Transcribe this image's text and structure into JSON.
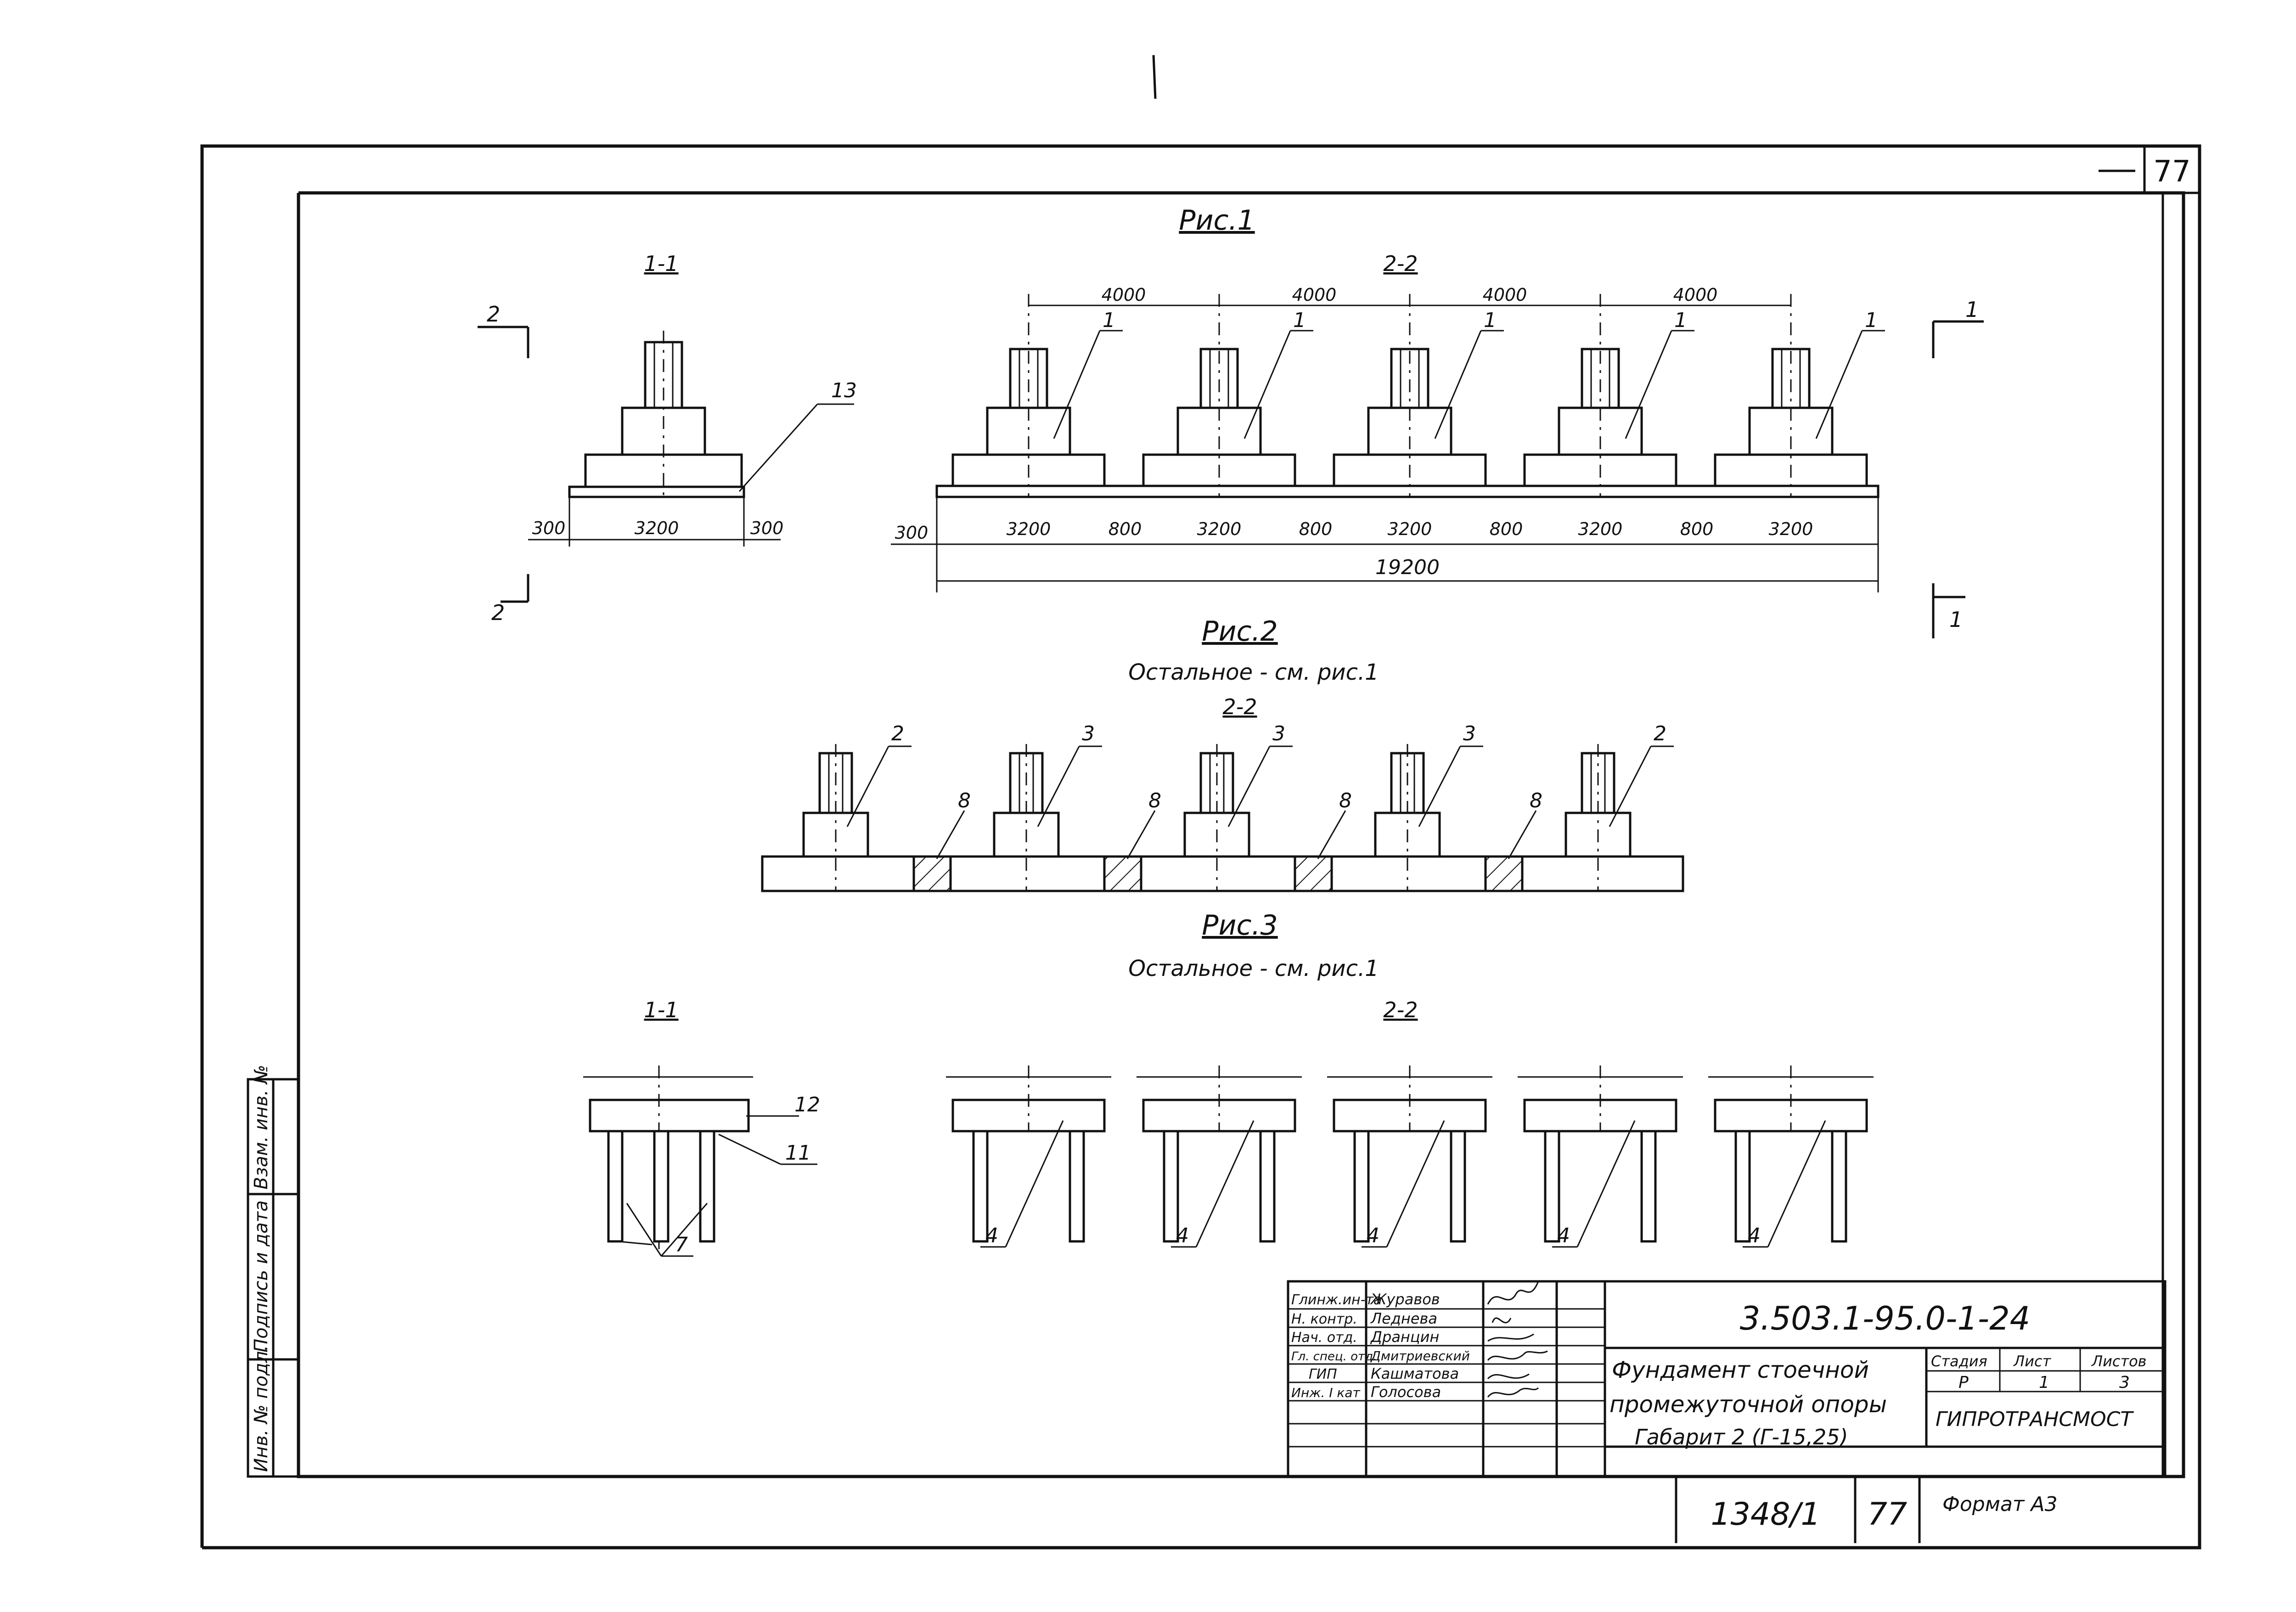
{
  "sheet_number": "77",
  "figures": {
    "fig1": {
      "title": "Рис.1",
      "section_11": "1-1",
      "section_22": "2-2",
      "cut_marks_left": [
        "2",
        "2"
      ],
      "cut_marks_right": [
        "1",
        "1"
      ],
      "callout_13": "13",
      "callout_1": "1",
      "dims_left": [
        "300",
        "3200",
        "300"
      ],
      "dims_spacing": [
        "4000",
        "4000",
        "4000",
        "4000"
      ],
      "dims_bottom_offset": "300",
      "dims_bottom": [
        "3200",
        "800",
        "3200",
        "800",
        "3200",
        "800",
        "3200",
        "800",
        "3200"
      ],
      "dim_total": "19200"
    },
    "fig2": {
      "title": "Рис.2",
      "note": "Остальное - см. рис.1",
      "section_22": "2-2",
      "callouts_top": [
        "2",
        "3",
        "3",
        "3",
        "2"
      ],
      "callout_8": "8"
    },
    "fig3": {
      "title": "Рис.3",
      "note": "Остальное - см. рис.1",
      "section_11": "1-1",
      "section_22": "2-2",
      "callout_12": "12",
      "callout_11": "11",
      "callout_7": "7",
      "callout_4": "4"
    }
  },
  "side_stamp": [
    "Инв. № подл.",
    "Подпись и дата",
    "Взам. инв. №"
  ],
  "title_block": {
    "roles": [
      "Глинж.ин-та",
      "Н. контр.",
      "Нач. отд.",
      "Гл. спец. отд.",
      "ГИП",
      "Инж. I кат"
    ],
    "names": [
      "Журавов",
      "Леднева",
      "Дранцин",
      "Дмитриевский",
      "Кашматова",
      "Голосова"
    ],
    "designation": "3.503.1-95.0-1-24",
    "title_lines": [
      "Фундамент стоечной",
      "промежуточной опоры",
      "Габарит 2 (Г-15,25)"
    ],
    "stage_header": "Стадия",
    "sheet_header": "Лист",
    "sheets_header": "Листов",
    "stage": "Р",
    "sheet": "1",
    "sheets": "3",
    "organization": "ГИПРОТРАНСМОСТ",
    "archive_number": "1348/1",
    "archive_sheet": "77",
    "format": "Формат А3"
  }
}
